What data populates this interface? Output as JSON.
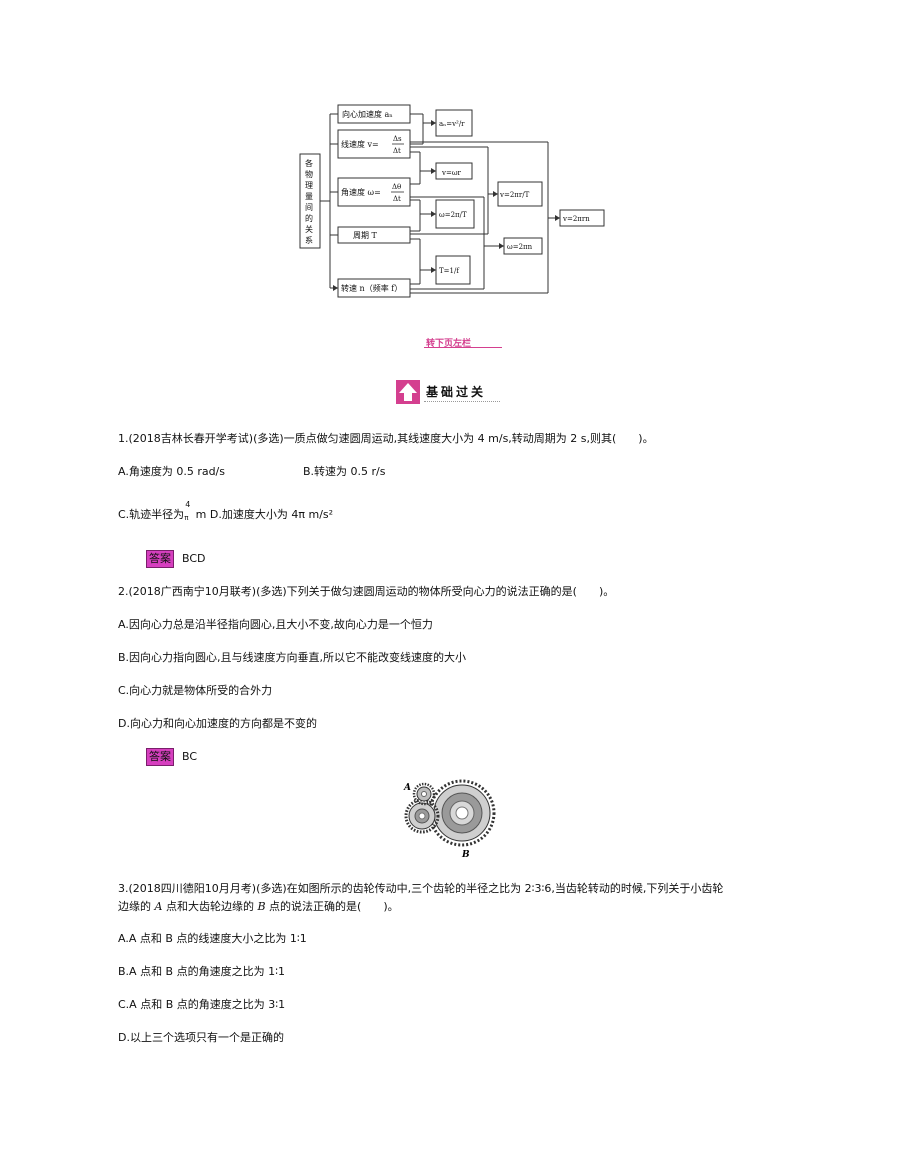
{
  "diagram": {
    "root_label": "各物理量间的关系",
    "nodes": {
      "centripetal_acc": "向心加速度 aₙ",
      "linear_speed": "线速度 v=",
      "angular_speed": "角速度 ω=",
      "period": "周期 T",
      "rot_speed": "转速 n（频率 f）",
      "f_an": "aₙ=v²/r",
      "f_v_wr": "v=ωr",
      "f_w_2piT": "ω=2π/T",
      "f_v_2pir_T": "v=2πr/T",
      "f_w_2pin": "ω=2πn",
      "f_T_1f": "T=1/f",
      "f_v_2pirn": "v=2πrn"
    }
  },
  "next_page_note": "转下页左栏",
  "section_title": "基础过关",
  "questions": [
    {
      "stem": "1.(2018吉林长春开学考试)(多选)一质点做匀速圆周运动,其线速度大小为 4 m/s,转动周期为 2 s,则其(　　)。",
      "options": {
        "A": "A.角速度为 0.5 rad/s",
        "B": "B.转速为 0.5 r/s",
        "C_pre": "C.轨迹半径为",
        "C_frac_num": "4",
        "C_frac_den": "π",
        "C_post": " m D.加速度大小为 4π m/s²"
      },
      "answer_tag": "答案",
      "answer": "BCD"
    },
    {
      "stem": "2.(2018广西南宁10月联考)(多选)下列关于做匀速圆周运动的物体所受向心力的说法正确的是(　　)。",
      "options": {
        "A": "A.因向心力总是沿半径指向圆心,且大小不变,故向心力是一个恒力",
        "B": "B.因向心力指向圆心,且与线速度方向垂直,所以它不能改变线速度的大小",
        "C": "C.向心力就是物体所受的合外力",
        "D": "D.向心力和向心加速度的方向都是不变的"
      },
      "answer_tag": "答案",
      "answer": "BC"
    },
    {
      "stem_line1": "3.(2018四川德阳10月月考)(多选)在如图所示的齿轮传动中,三个齿轮的半径之比为 2∶3∶6,当齿轮转动的时候,下列关于小齿轮",
      "stem_line2_a": "边缘的 ",
      "stem_line2_A": "A",
      "stem_line2_b": " 点和大齿轮边缘的 ",
      "stem_line2_B": "B",
      "stem_line2_c": " 点的说法正确的是(　　)。",
      "figure_labels": {
        "A": "A",
        "B": "B"
      },
      "options": {
        "A": "A.A 点和 B 点的线速度大小之比为 1∶1",
        "B": "B.A 点和 B 点的角速度之比为 1∶1",
        "C": "C.A 点和 B 点的角速度之比为 3∶1",
        "D": "D.以上三个选项只有一个是正确的"
      }
    }
  ]
}
